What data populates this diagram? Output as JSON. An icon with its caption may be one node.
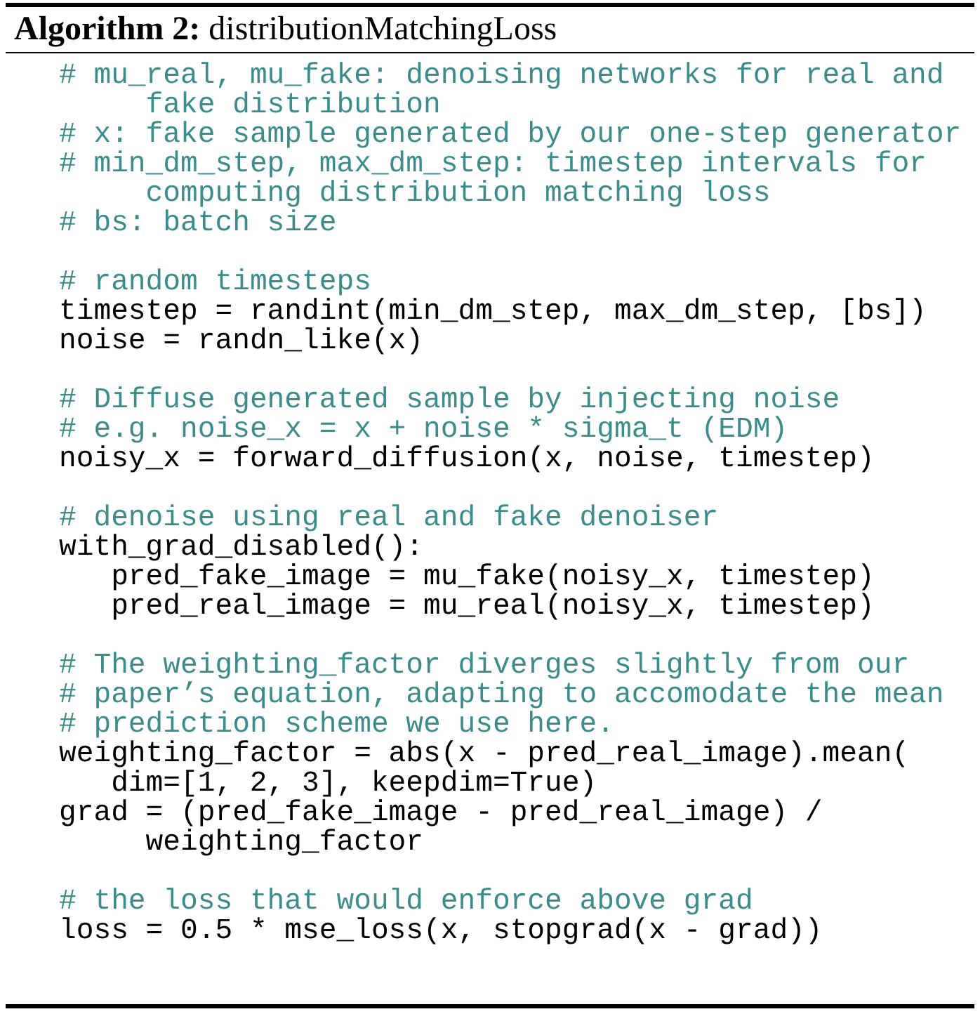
{
  "diagram": {
    "title": "**Algorithm 2:** distributionMatchingLoss",
    "labels": [
      "# mu_real, mu_fake: denoising networks for real and fake distribution",
      "# x: fake sample generated by our one-step generator",
      "# min_dm_step, max_dm_step: timestep intervals for computing distribution matching loss",
      "# bs: batch size",
      "# random timesteps",
      "timestep = randint(min_dm_step, max_dm_step, [bs])",
      "noise = randn_like(x)",
      "# Diffuse generated sample by injecting noise",
      "# e.g. noise_x = x + noise * sigma_t (EDM)",
      "noisy_x = forward_diffusion(x, noise, timestep)",
      "# denoise using real and fake denoiser",
      "with_grad_disabled():",
      "pred_fake_image = mu_fake(noisy_x, timestep)",
      "pred_real_image = mu_real(noisy_x, timestep)",
      "# The weighting_factor diverges slightly from our",
      "# paper’s equation, adapting to accomodate the mean",
      "# prediction scheme we use here.",
      "weighting_factor = abs(x - pred_real_image).mean( dim=[1, 2, 3], keepdim=True)",
      "grad = (pred_fake_image - pred_real_image) / weighting_factor",
      "# the loss that would enforce above grad",
      "loss = 0.5 * mse_loss(x, stopgrad(x - grad))"
    ]
  }
}
